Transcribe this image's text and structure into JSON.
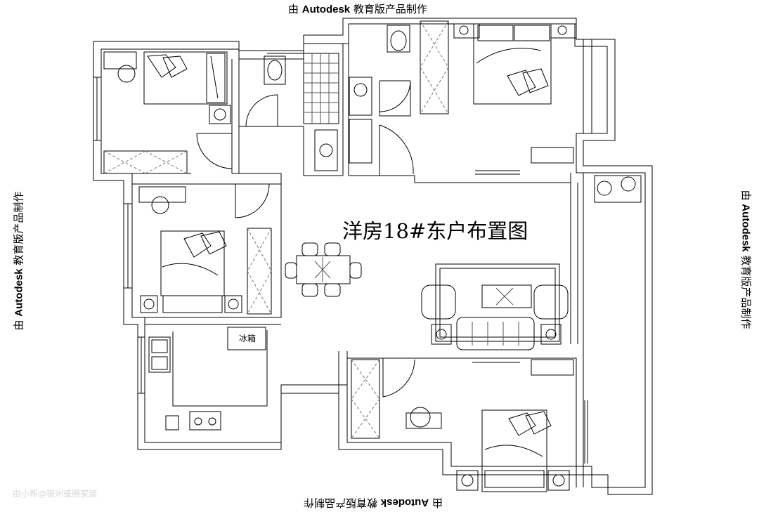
{
  "stamp": {
    "prefix": "由",
    "brand": "Autodesk",
    "suffix": "教育版产品制作"
  },
  "plan_title": "洋房18#东户布置图",
  "fridge_label": "冰箱",
  "watermark": "由小帮@宿州盛腾家装"
}
